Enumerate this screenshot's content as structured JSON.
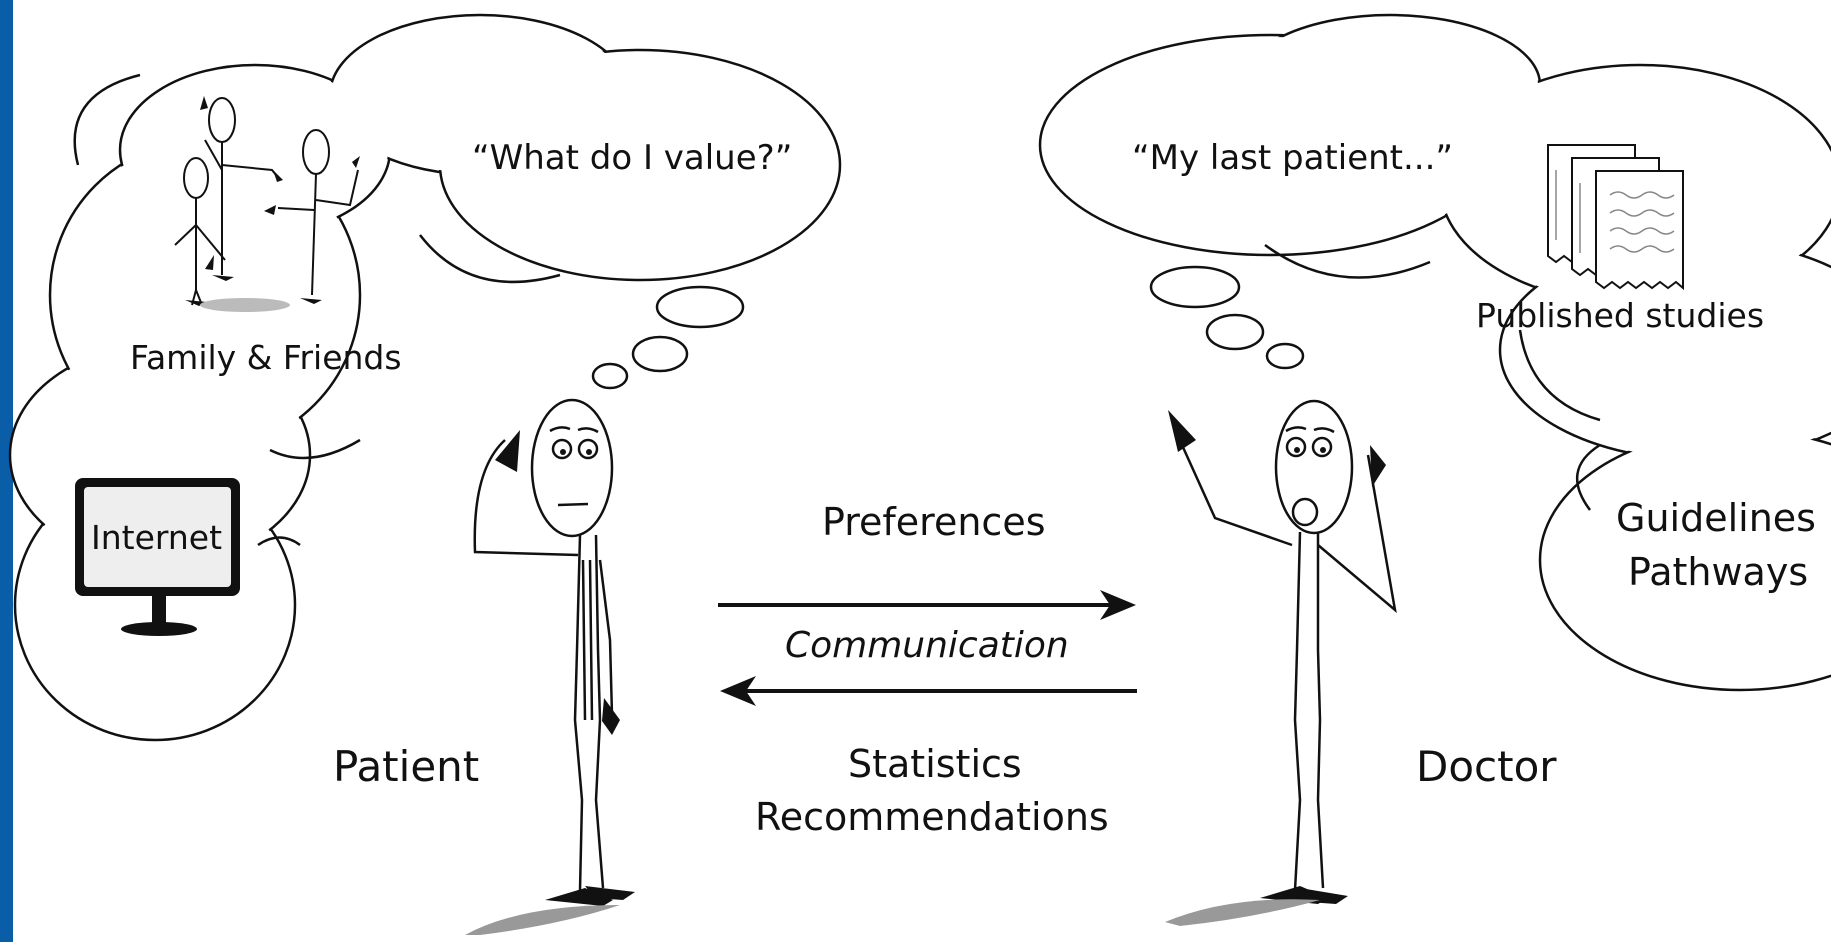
{
  "colors": {
    "left_bar": "#0a5ea8",
    "ink": "#111111",
    "screen": "#eeeeee",
    "shadow": "#999999"
  },
  "patient": {
    "thought": "“What do I value?”",
    "family_label": "Family & Friends",
    "internet_label": "Internet",
    "name": "Patient",
    "family_icon": "stick-figures-group-icon",
    "internet_icon": "computer-monitor-icon"
  },
  "doctor": {
    "thought": "“My last patient...”",
    "studies_label": "Published studies",
    "guidelines_line1": "Guidelines",
    "guidelines_line2": "Pathways",
    "name": "Doctor",
    "studies_icon": "document-stack-icon"
  },
  "communication": {
    "top_label": "Preferences",
    "middle_label": "Communication",
    "bottom_line1": "Statistics",
    "bottom_line2": "Recommendations"
  }
}
